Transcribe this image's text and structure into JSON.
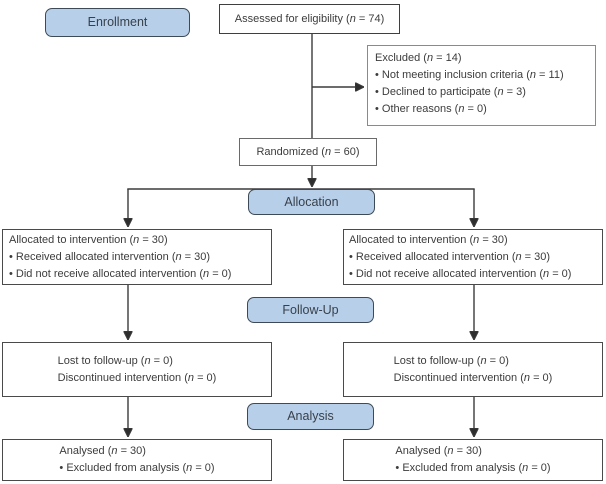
{
  "phases": {
    "enrollment": "Enrollment",
    "allocation": "Allocation",
    "followup": "Follow-Up",
    "analysis": "Analysis"
  },
  "boxes": {
    "assessed": {
      "text": "Assessed for eligibility (n = 74)"
    },
    "excluded": {
      "lines": [
        "Excluded (n = 14)",
        "• Not meeting inclusion criteria (n = 11)",
        "• Declined to participate (n = 3)",
        "• Other reasons (n = 0)"
      ]
    },
    "randomized": {
      "text": "Randomized (n = 60)"
    },
    "allocated_left": {
      "lines": [
        "Allocated to intervention (n = 30)",
        "• Received allocated intervention (n = 30)",
        "• Did not receive allocated intervention (n = 0)"
      ]
    },
    "allocated_right": {
      "lines": [
        "Allocated to intervention (n = 30)",
        "• Received allocated intervention (n = 30)",
        "• Did not receive allocated intervention (n = 0)"
      ]
    },
    "followup_left": {
      "lines": [
        "Lost to follow-up (n = 0)",
        "Discontinued intervention (n = 0)"
      ]
    },
    "followup_right": {
      "lines": [
        "Lost to follow-up (n = 0)",
        "Discontinued intervention (n = 0)"
      ]
    },
    "analysed_left": {
      "lines": [
        "Analysed (n = 30)",
        "• Excluded from analysis (n = 0)"
      ]
    },
    "analysed_right": {
      "lines": [
        "Analysed (n = 30)",
        "• Excluded from analysis (n = 0)"
      ]
    }
  },
  "colors": {
    "phase_fill": "#b8cfe9",
    "phase_border": "#3d4a57",
    "connector": "#3b3b3b",
    "text": "#3c3c3c"
  }
}
